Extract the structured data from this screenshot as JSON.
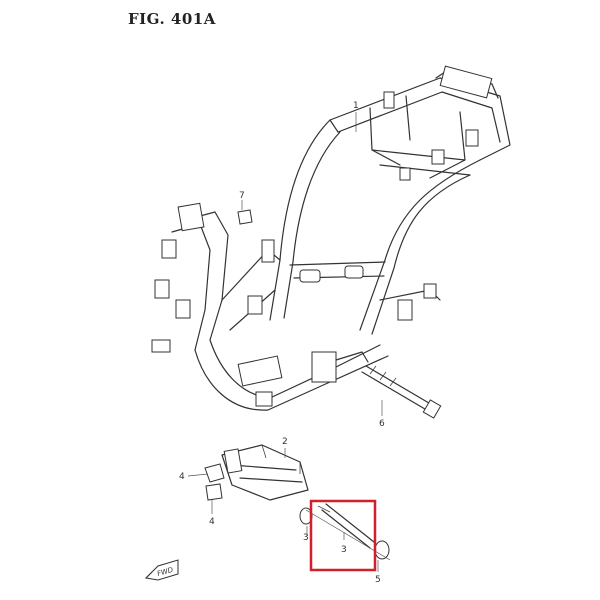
{
  "figure": {
    "title": "FIG. 401A"
  },
  "callouts": [
    {
      "id": "c1",
      "label": "1"
    },
    {
      "id": "c2",
      "label": "2"
    },
    {
      "id": "c3a",
      "label": "3"
    },
    {
      "id": "c3b",
      "label": "3"
    },
    {
      "id": "c4a",
      "label": "4"
    },
    {
      "id": "c4b",
      "label": "4"
    },
    {
      "id": "c5",
      "label": "5"
    },
    {
      "id": "c6",
      "label": "6"
    },
    {
      "id": "c7",
      "label": "7"
    }
  ],
  "direction_badge": {
    "label": "FWD"
  },
  "highlight": {
    "color": "#d0202a",
    "target_callout": "3"
  }
}
